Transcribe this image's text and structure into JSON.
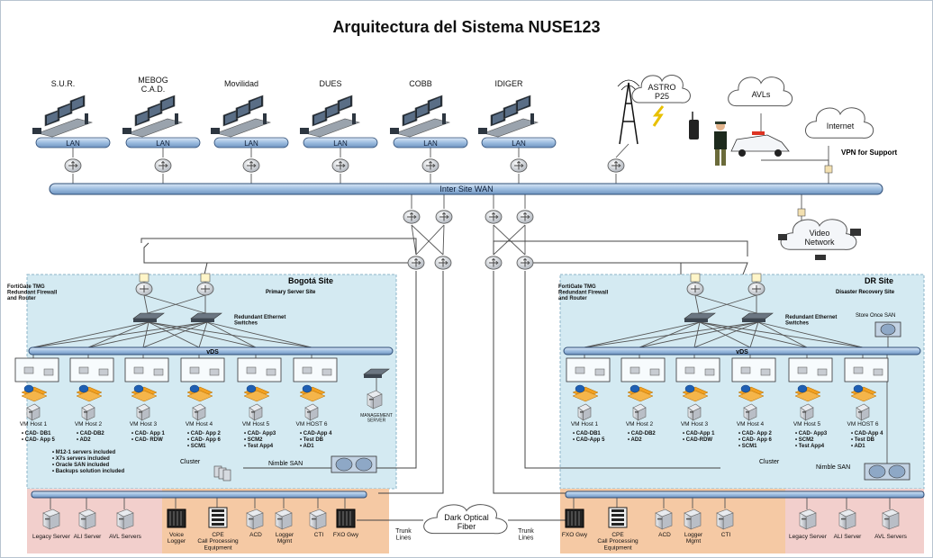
{
  "title": "Arquitectura del Sistema NUSE123",
  "agencies": [
    {
      "id": "sur",
      "label": "S.U.R."
    },
    {
      "id": "mebog",
      "label": "MEBOG\nC.A.D."
    },
    {
      "id": "movilidad",
      "label": "Movilidad"
    },
    {
      "id": "dues",
      "label": "DUES"
    },
    {
      "id": "cobb",
      "label": "COBB"
    },
    {
      "id": "idiger",
      "label": "IDIGER"
    }
  ],
  "lan_label": "LAN",
  "wan_label": "Inter Site WAN",
  "clouds": {
    "astro": "ASTRO\nP25",
    "avls": "AVLs",
    "internet": "Internet",
    "vpn": "VPN for Support",
    "video": "Video\nNetwork",
    "fiber": "Dark Optical\nFiber"
  },
  "sites": {
    "bogota": {
      "title": "Bogotá Site",
      "subtitle": "Primary Server Site",
      "firewall": "FortiGate TMG\nRedundant Firewall\nand Router",
      "switches": "Redundant Ethernet\nSwitches",
      "vds": "vDS",
      "hosts": [
        {
          "name": "VM Host 1",
          "apps": [
            "• CAD- DB1",
            "• CAD- App 5"
          ]
        },
        {
          "name": "VM Host 2",
          "apps": [
            "• CAD-DB2",
            "• AD2"
          ]
        },
        {
          "name": "VM Host 3",
          "apps": [
            "• CAD- App 1",
            "• CAD- RDW"
          ]
        },
        {
          "name": "VM Host 4",
          "apps": [
            "• CAD- App 2",
            "• CAD- App 6",
            "• SCM1"
          ]
        },
        {
          "name": "VM Host 5",
          "apps": [
            "• CAD- App3",
            "• SCM2",
            "• Test App4"
          ]
        },
        {
          "name": "VM HOST 6",
          "apps": [
            "• CAD-App 4",
            "• Test DB",
            "• AD1"
          ]
        }
      ],
      "management": "MANAGEMENT\nSERVER",
      "notes": [
        "• M12-1 servers included",
        "• X7s servers included",
        "• Oracle SAN included",
        "• Backups solution included"
      ],
      "cluster": "Cluster",
      "san": "Nimble SAN",
      "legacy": [
        "Legacy Server",
        "ALI Server",
        "AVL Servers"
      ],
      "equipment": [
        "Voice\nLogger",
        "CPE\nCall Processing\nEquipment",
        "ACD",
        "Logger\nMgmt",
        "CTI",
        "FXO Gwy"
      ]
    },
    "dr": {
      "title": "DR Site",
      "subtitle": "Disaster Recovery Site",
      "firewall": "FortiGate TMG\nRedundant Firewall\nand Router",
      "switches": "Redundant Ethernet\nSwitches",
      "vds": "vDS",
      "store": "Store Once SAN",
      "hosts": [
        {
          "name": "VM Host 1",
          "apps": [
            "• CAD-DB1",
            "• CAD-App 5"
          ]
        },
        {
          "name": "VM Host 2",
          "apps": [
            "• CAD-DB2",
            "• AD2"
          ]
        },
        {
          "name": "VM Host 3",
          "apps": [
            "• CAD-App 1",
            "• CAD-RDW"
          ]
        },
        {
          "name": "VM Host 4",
          "apps": [
            "• CAD- App 2",
            "• CAD- App 6",
            "• SCM1"
          ]
        },
        {
          "name": "VM Host 5",
          "apps": [
            "• CAD- App3",
            "• SCM2",
            "• Test App4"
          ]
        },
        {
          "name": "VM HOST 6",
          "apps": [
            "• CAD-App 4",
            "• Test DB",
            "• AD1"
          ]
        }
      ],
      "cluster": "Cluster",
      "san": "Nimble SAN",
      "legacy": [
        "Legacy Server",
        "ALI Server",
        "AVL Servers"
      ],
      "equipment": [
        "FXO Gwy",
        "CPE\nCall Processing\nEquipment",
        "ACD",
        "Logger\nMgmt",
        "CTI"
      ]
    }
  },
  "trunk_label": "Trunk\nLines",
  "colors": {
    "site_bg": "#d4eaf2",
    "site_border": "#8cb4c8",
    "pink": "#f2cfcc",
    "orange": "#f5c9a4",
    "bus": "#9dbde0",
    "bus_border": "#2e4d75",
    "router": "#d9dde2",
    "server": "#c8ccd2",
    "accent": "#f2a020"
  }
}
